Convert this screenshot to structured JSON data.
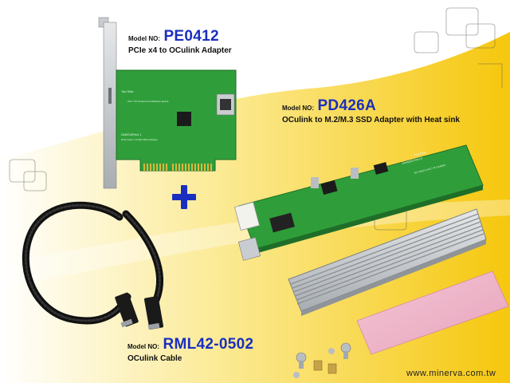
{
  "products": {
    "pe0412": {
      "model_prefix": "Model NO:",
      "model": "PE0412",
      "description": "PCIe x4 to OCulink Adapter",
      "board_top_text": "Top Side",
      "board_silk_1": "OCL / PCI Express Certification device",
      "board_silk_2": "D460019Rev1.1",
      "board_silk_3": "PCIe Gen4 / x4 SFF-8612 Adapter"
    },
    "pd426a": {
      "model_prefix": "Model NO:",
      "model": "PD426A",
      "description": "OCulink to M.2/M.3 SSD Adapter with Heat sink",
      "board_top_text": "Top Side",
      "board_silk_1": "D440203 Rev1.0",
      "board_silk_2": "SFF-8612 to M.2 / M.3 adapter"
    },
    "rml42": {
      "model_prefix": "Model NO:",
      "model": "RML42-0502",
      "description": "OCulink Cable"
    }
  },
  "plus_sign": "+",
  "website": "www.minerva.com.tw",
  "colors": {
    "accent_yellow": "#f7cf1e",
    "model_blue": "#1a2fbf",
    "pcb_green": "#2f9e3a",
    "plus_blue": "#1a2fbf"
  }
}
